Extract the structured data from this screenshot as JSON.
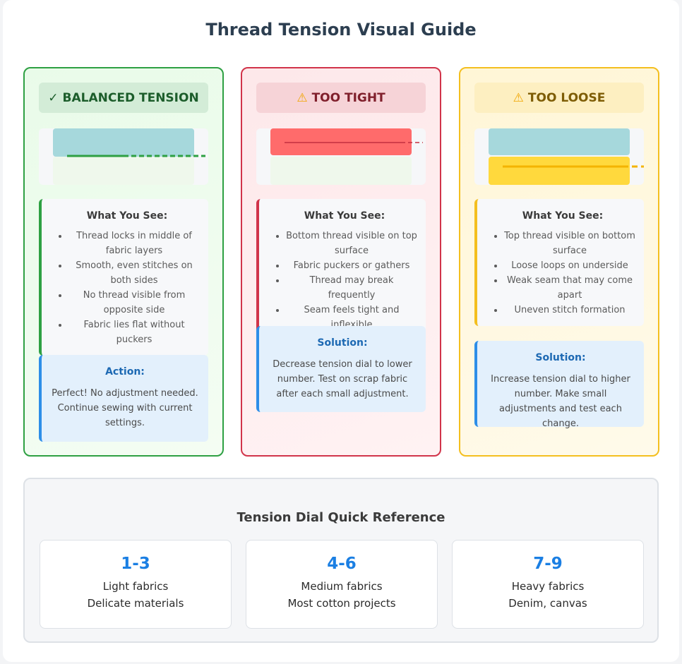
{
  "title": "Thread Tension Visual Guide",
  "cards": [
    {
      "header": "BALANCED TENSION",
      "icon": "✓",
      "see_title": "What You See:",
      "see": [
        "Thread locks in middle of fabric layers",
        "Smooth, even stitches on both sides",
        "No thread visible from opposite side",
        "Fabric lies flat without puckers"
      ],
      "action_title": "Action:",
      "action_text": "Perfect! No adjustment needed. Continue sewing with current settings."
    },
    {
      "header": "TOO TIGHT",
      "icon": "⚠",
      "see_title": "What You See:",
      "see": [
        "Bottom thread visible on top surface",
        "Fabric puckers or gathers",
        "Thread may break frequently",
        "Seam feels tight and inflexible"
      ],
      "action_title": "Solution:",
      "action_text": "Decrease tension dial to lower number. Test on scrap fabric after each small adjustment."
    },
    {
      "header": "TOO LOOSE",
      "icon": "⚠",
      "see_title": "What You See:",
      "see": [
        "Top thread visible on bottom surface",
        "Loose loops on underside",
        "Weak seam that may come apart",
        "Uneven stitch formation"
      ],
      "action_title": "Solution:",
      "action_text": "Increase tension dial to higher number. Make small adjustments and test each change."
    }
  ],
  "reference": {
    "title": "Tension Dial Quick Reference",
    "ranges": [
      {
        "range": "1-3",
        "line1": "Light fabrics",
        "line2": "Delicate materials"
      },
      {
        "range": "4-6",
        "line1": "Medium fabrics",
        "line2": "Most cotton projects"
      },
      {
        "range": "7-9",
        "line1": "Heavy fabrics",
        "line2": "Denim, canvas"
      }
    ]
  },
  "colors": {
    "balanced": "#2ea043",
    "tight": "#d1344a",
    "loose": "#f4bf1f",
    "accent_blue": "#1b7fe3"
  }
}
